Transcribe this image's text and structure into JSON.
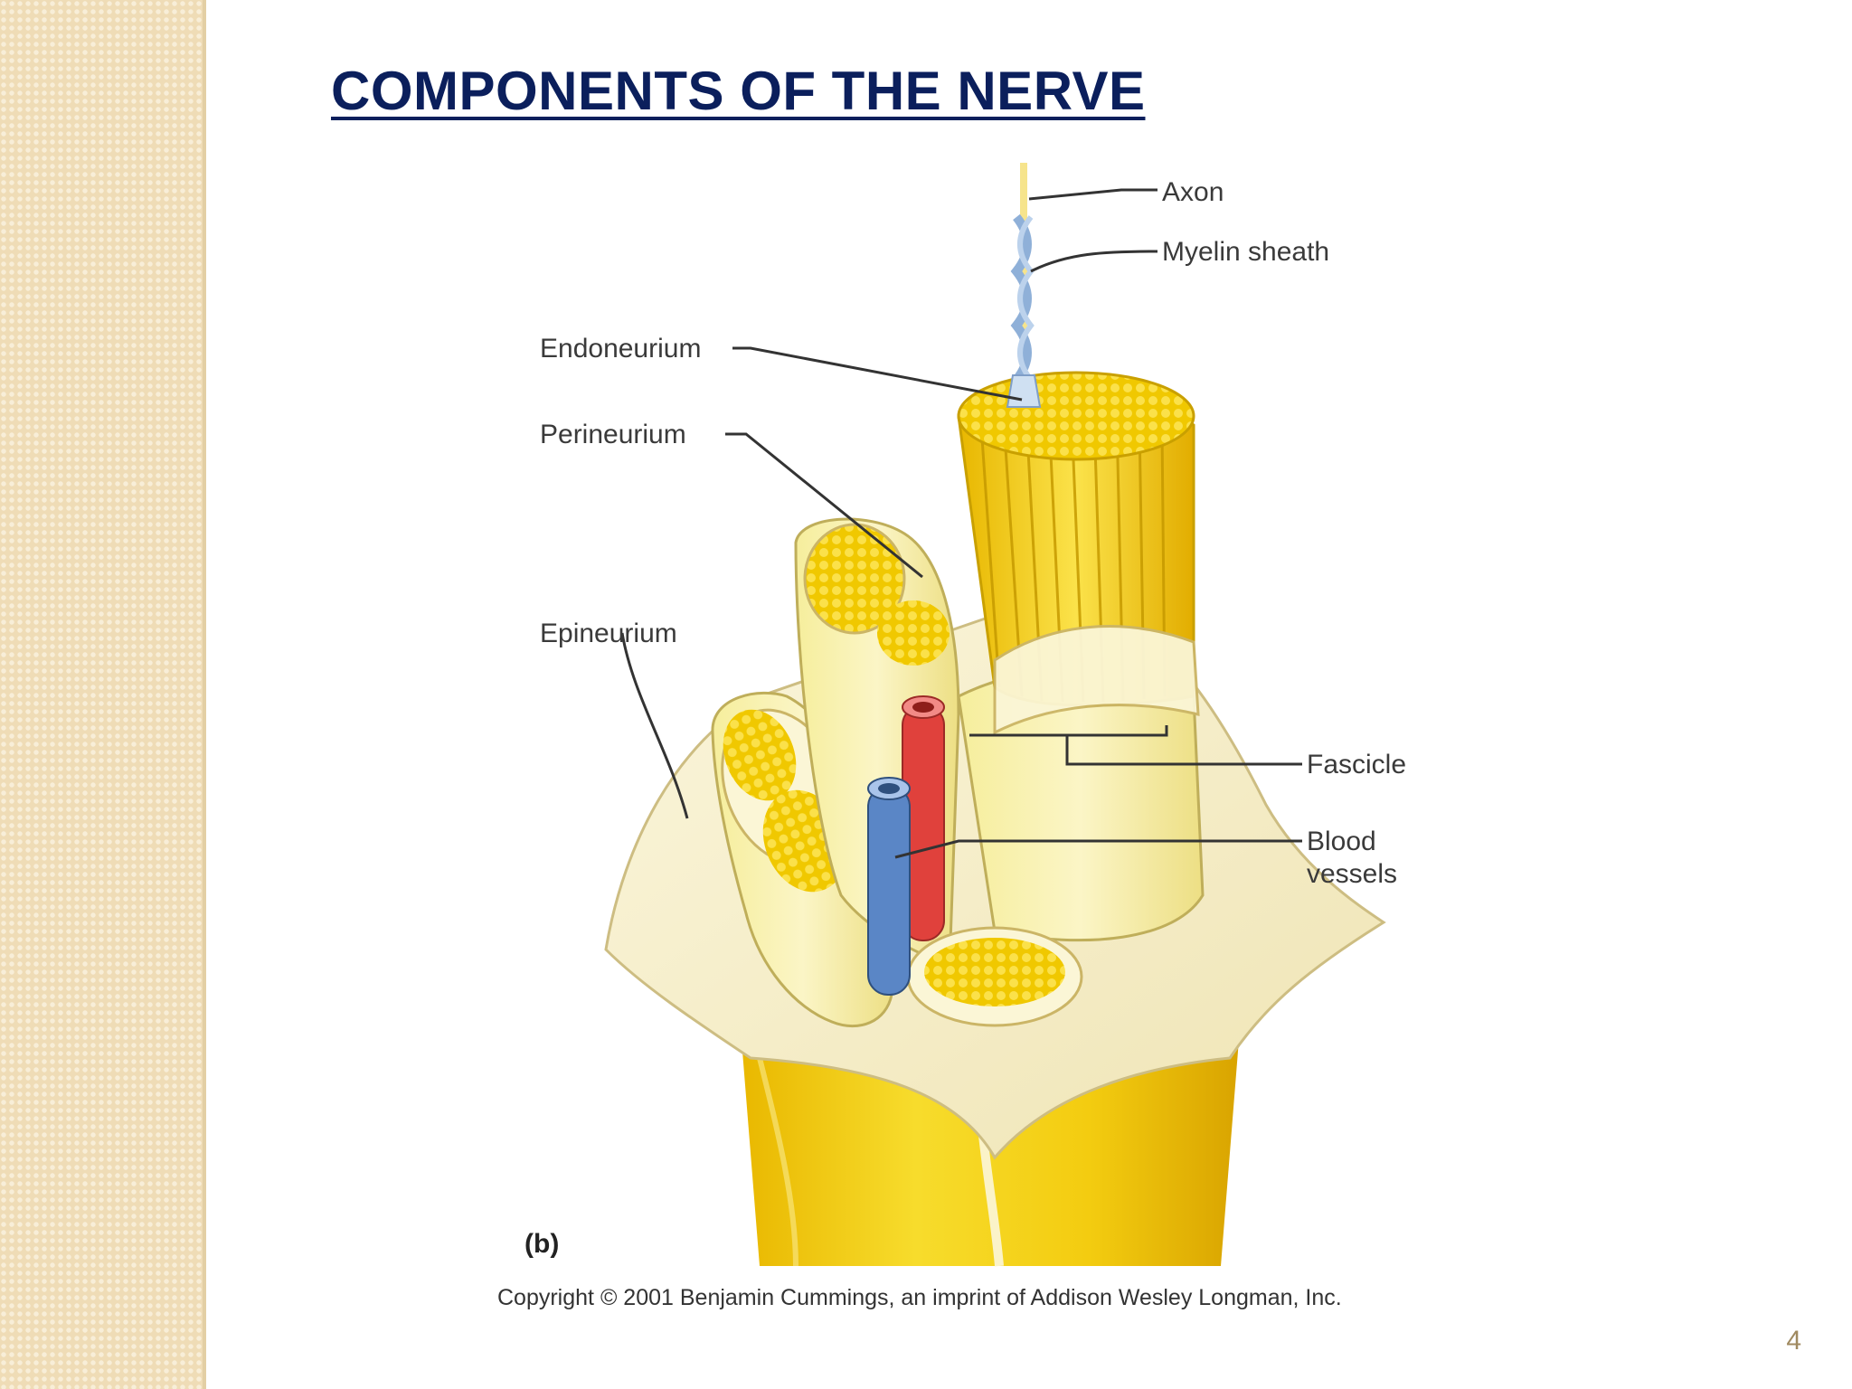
{
  "slide": {
    "title": "COMPONENTS OF THE NERVE",
    "page_number": "4"
  },
  "figure": {
    "labels": {
      "axon": "Axon",
      "myelin_sheath": "Myelin sheath",
      "endoneurium": "Endoneurium",
      "perineurium": "Perineurium",
      "epineurium": "Epineurium",
      "fascicle": "Fascicle",
      "blood_vessels_line1": "Blood",
      "blood_vessels_line2": "vessels"
    },
    "panel_label": "(b)",
    "copyright": "Copyright © 2001 Benjamin Cummings, an imprint of Addison Wesley Longman, Inc."
  },
  "colors": {
    "title": "#0b1f5c",
    "nerve_yellow": "#f2d21a",
    "sheath_cream": "#f7f1d0",
    "artery_red": "#e0413c",
    "vein_blue": "#5a86c6"
  }
}
